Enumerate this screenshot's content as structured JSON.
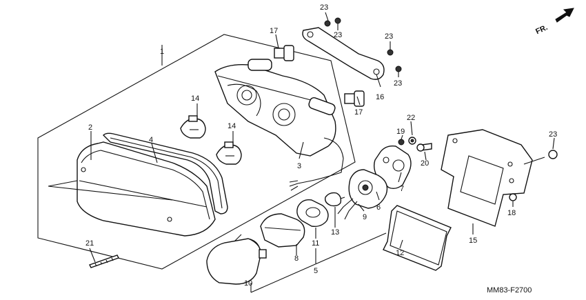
{
  "diagram": {
    "code": "MM83-F2700",
    "orientation": "FR.",
    "callouts": [
      {
        "id": "c1",
        "label": "1"
      },
      {
        "id": "c2",
        "label": "2"
      },
      {
        "id": "c3",
        "label": "3"
      },
      {
        "id": "c4",
        "label": "4"
      },
      {
        "id": "c5",
        "label": "5"
      },
      {
        "id": "c6",
        "label": "6"
      },
      {
        "id": "c7",
        "label": "7"
      },
      {
        "id": "c8",
        "label": "8"
      },
      {
        "id": "c9",
        "label": "9"
      },
      {
        "id": "c10",
        "label": "10"
      },
      {
        "id": "c11",
        "label": "11"
      },
      {
        "id": "c12",
        "label": "12"
      },
      {
        "id": "c13",
        "label": "13"
      },
      {
        "id": "c14a",
        "label": "14"
      },
      {
        "id": "c14b",
        "label": "14"
      },
      {
        "id": "c15",
        "label": "15"
      },
      {
        "id": "c16",
        "label": "16"
      },
      {
        "id": "c17a",
        "label": "17"
      },
      {
        "id": "c17b",
        "label": "17"
      },
      {
        "id": "c18",
        "label": "18"
      },
      {
        "id": "c19",
        "label": "19"
      },
      {
        "id": "c20",
        "label": "20"
      },
      {
        "id": "c21",
        "label": "21"
      },
      {
        "id": "c22",
        "label": "22"
      },
      {
        "id": "c23a",
        "label": "23"
      },
      {
        "id": "c23b",
        "label": "23"
      },
      {
        "id": "c23c",
        "label": "23"
      },
      {
        "id": "c23d",
        "label": "23"
      },
      {
        "id": "c23e",
        "label": "23"
      }
    ]
  }
}
